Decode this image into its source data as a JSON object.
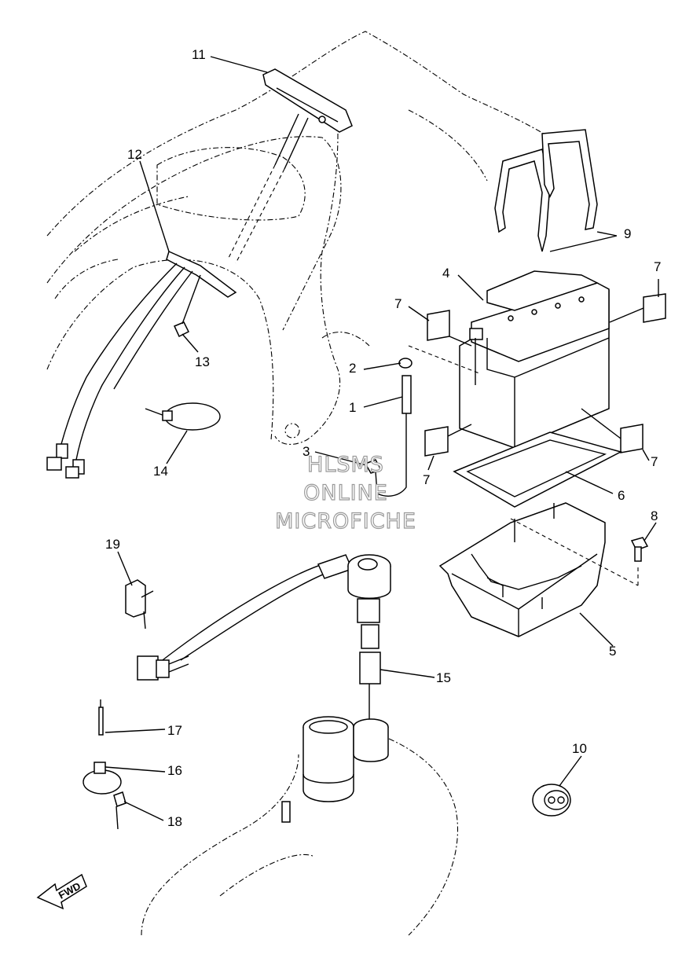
{
  "callouts": {
    "c1": "1",
    "c2": "2",
    "c3": "3",
    "c4": "4",
    "c5": "5",
    "c6": "6",
    "c7a": "7",
    "c7b": "7",
    "c7c": "7",
    "c7d": "7",
    "c8": "8",
    "c9": "9",
    "c10": "10",
    "c11": "11",
    "c12": "12",
    "c13": "13",
    "c14": "14",
    "c15": "15",
    "c16": "16",
    "c17": "17",
    "c18": "18",
    "c19": "19"
  },
  "watermark": {
    "line1": "HLSMS",
    "line2": "ONLINE",
    "line3": "MICROFICHE"
  },
  "direction_label": "FWD"
}
